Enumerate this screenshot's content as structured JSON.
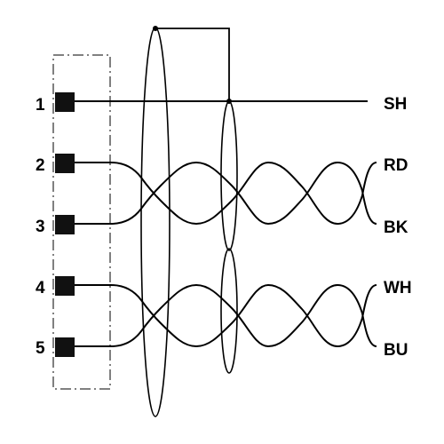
{
  "diagram": {
    "pins": [
      {
        "number": "1",
        "wire": "SH"
      },
      {
        "number": "2",
        "wire": "RD"
      },
      {
        "number": "3",
        "wire": "BK"
      },
      {
        "number": "4",
        "wire": "WH"
      },
      {
        "number": "5",
        "wire": "BU"
      }
    ],
    "colors": {
      "line": "#000000",
      "contact": "#111111",
      "background": "#ffffff"
    }
  }
}
